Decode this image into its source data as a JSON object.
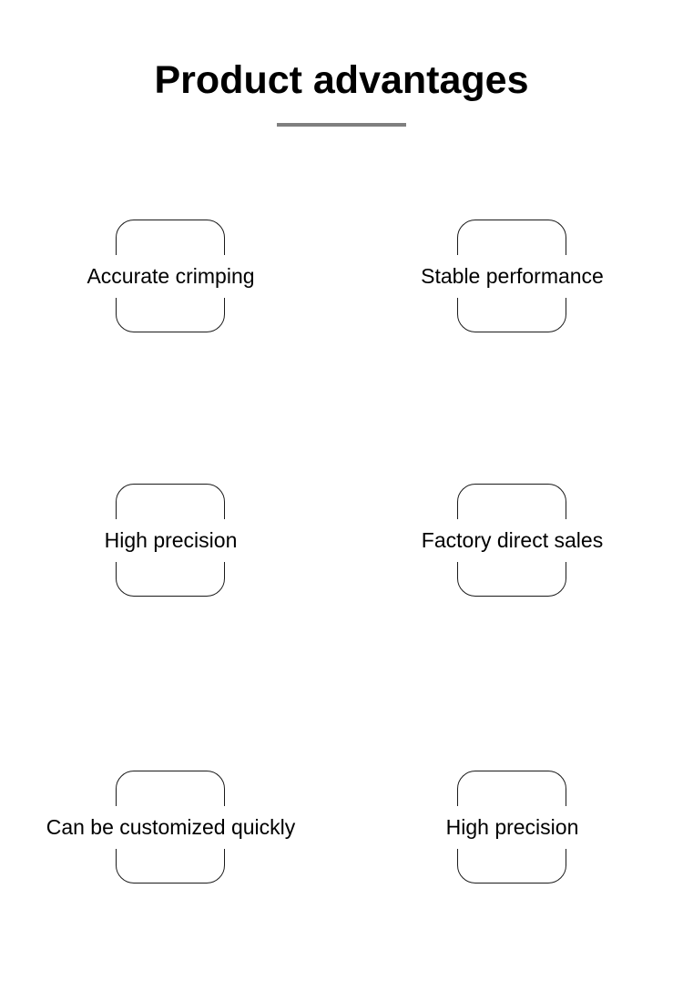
{
  "header": {
    "title": "Product advantages",
    "divider_color": "#7f7f7f"
  },
  "advantages": {
    "box_border_color": "#1a1a1a",
    "items": [
      {
        "label": "Accurate crimping",
        "row": 1,
        "column": "left"
      },
      {
        "label": "Stable performance",
        "row": 1,
        "column": "right"
      },
      {
        "label": "High precision",
        "row": 2,
        "column": "left"
      },
      {
        "label": "Factory direct sales",
        "row": 2,
        "column": "right"
      },
      {
        "label": "Can be customized quickly",
        "row": 3,
        "column": "left"
      },
      {
        "label": "High precision",
        "row": 3,
        "column": "right"
      }
    ]
  }
}
